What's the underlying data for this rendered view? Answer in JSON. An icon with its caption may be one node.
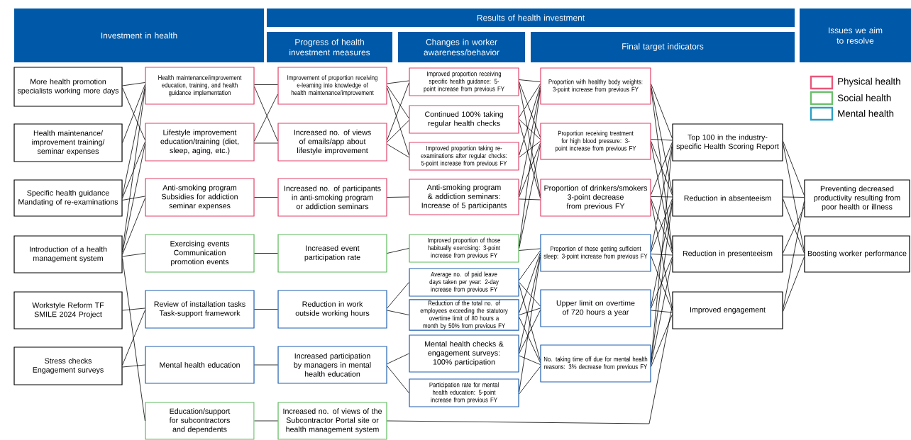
{
  "diagram": {
    "nodes": [
      {
        "text": [
          "Investment in health"
        ]
      },
      {
        "text": [
          "Results of health investment"
        ]
      },
      {
        "text": [
          "Progress of health investment measures"
        ]
      },
      {
        "text": [
          "Changes in worker awareness/behavior"
        ]
      },
      {
        "text": [
          "Final target indicators"
        ]
      },
      {
        "text": [
          "Issues we aim to resolve"
        ]
      },
      {
        "text": [
          "More health promotion specialists working more days"
        ]
      },
      {
        "text": [
          "Health maintenance/ improvement training/ seminar expenses"
        ]
      },
      {
        "text": [
          "Specific health guidance Mandating of re-examinations"
        ]
      },
      {
        "text": [
          "Introduction of a health management system"
        ]
      },
      {
        "text": [
          "Workstyle Reform TF SMILE 2024 Project"
        ]
      },
      {
        "text": [
          "Stress checks Engagement surveys"
        ]
      },
      {
        "text": [
          "Health maintenance/improvement education, training, and health guidance implementation"
        ]
      },
      {
        "text": [
          "Lifestyle improvement education/training (diet, sleep, aging, etc.)"
        ]
      },
      {
        "text": [
          "Anti-smoking program Subsidies for addiction seminar expenses"
        ]
      },
      {
        "text": [
          "Exercising events Communication promotion events"
        ]
      },
      {
        "text": [
          "Review of installation tasks Task-support framework"
        ]
      },
      {
        "text": [
          "Mental health education"
        ]
      },
      {
        "text": [
          "Education/support for subcontractors and dependents"
        ]
      },
      {
        "text": [
          "Improvement of proportion receiving e-learning into knowledge of health maintenance/improvement"
        ]
      },
      {
        "text": [
          "Increased no. of views of emails/app about lifestyle improvement"
        ]
      },
      {
        "text": [
          "Increased no. of participants in anti-smoking program or addiction seminars"
        ]
      },
      {
        "text": [
          "Increased event participation rate"
        ]
      },
      {
        "text": [
          "Reduction in work outside working hours"
        ]
      },
      {
        "text": [
          "Increased participation by managers in mental health education"
        ]
      },
      {
        "text": [
          "Increased no. of views of the Subcontractor Portal site or health management system"
        ]
      },
      {
        "text": [
          "Improved proportion receiving specific health guidance: 5-point increase from previous FY"
        ]
      },
      {
        "text": [
          "Continued 100% taking regular health checks"
        ]
      },
      {
        "text": [
          "Improved proportion taking re-examinations after regular checks: 5-point increase from previous FY"
        ]
      },
      {
        "text": [
          "Anti-smoking program & addiction seminars: Increase of 5 participants"
        ]
      },
      {
        "text": [
          "Improved proportion of those habitually exercising: 3-point increase from previous FY"
        ]
      },
      {
        "text": [
          "Average no. of paid leave days taken per year: 2-day increase from previous FY"
        ]
      },
      {
        "text": [
          "Reduction of the total no. of employees exceeding the statutory overtime limit of 80 hours a month by 50% from previous FY"
        ]
      },
      {
        "text": [
          "Mental health checks & engagement surveys: 100% participation"
        ]
      },
      {
        "text": [
          "Participation rate for mental health education: 5-point increase from previous FY"
        ]
      },
      {
        "text": [
          "Proportion with healthy body weights: 3-point increase from previous FY"
        ]
      },
      {
        "text": [
          "Proportion receiving treatment for high blood pressure: 3-point increase from previous FY"
        ]
      },
      {
        "text": [
          "Proportion of drinkers/smokers 3-point decrease from previous FY"
        ]
      },
      {
        "text": [
          "Proportion of those getting sufficient sleep: 3-point increase from previous FY"
        ]
      },
      {
        "text": [
          "Upper limit on overtime of 720 hours a year"
        ]
      },
      {
        "text": [
          "No. taking time off due for mental health reasons: 3% decrease from previous FY"
        ]
      },
      {
        "text": [
          "Top 100 in the industry-specific Health Scoring Report"
        ]
      },
      {
        "text": [
          "Reduction in absenteeism"
        ]
      },
      {
        "text": [
          "Reduction in presenteeism"
        ]
      },
      {
        "text": [
          "Improved engagement"
        ]
      },
      {
        "text": [
          "Preventing decreased productivity resulting from poor health or illness"
        ]
      },
      {
        "text": [
          "Boosting worker performance"
        ]
      }
    ],
    "edges": [
      {
        "from": 6,
        "to": 12,
        "arrow": "none"
      },
      {
        "from": 6,
        "to": 13,
        "arrow": "none"
      },
      {
        "from": 7,
        "to": 12,
        "arrow": "none"
      },
      {
        "from": 8,
        "to": 12,
        "arrow": "none"
      },
      {
        "from": 8,
        "to": 13,
        "arrow": "none"
      },
      {
        "from": 8,
        "to": 14,
        "arrow": "none"
      },
      {
        "from": 9,
        "to": 12,
        "arrow": "none"
      },
      {
        "from": 9,
        "to": 13,
        "arrow": "none"
      },
      {
        "from": 9,
        "to": 14,
        "arrow": "none"
      },
      {
        "from": 9,
        "to": 15,
        "arrow": "none"
      },
      {
        "from": 9,
        "to": 18,
        "arrow": "none"
      },
      {
        "from": 10,
        "to": 16,
        "arrow": "none"
      },
      {
        "from": 11,
        "to": 16,
        "arrow": "none"
      },
      {
        "from": 11,
        "to": 17,
        "arrow": "none"
      },
      {
        "from": 12,
        "to": 19,
        "arrow": "none"
      },
      {
        "from": 12,
        "to": 20,
        "arrow": "none"
      },
      {
        "from": 13,
        "to": 19,
        "arrow": "none"
      },
      {
        "from": 13,
        "to": 20,
        "arrow": "none"
      },
      {
        "from": 14,
        "to": 21,
        "arrow": "none"
      },
      {
        "from": 15,
        "to": 22,
        "arrow": "none"
      },
      {
        "from": 16,
        "to": 23,
        "arrow": "none"
      },
      {
        "from": 17,
        "to": 24,
        "arrow": "none"
      },
      {
        "from": 18,
        "to": 25,
        "arrow": "none"
      },
      {
        "from": 19,
        "to": 26,
        "arrow": "none"
      },
      {
        "from": 19,
        "to": 27,
        "arrow": "none"
      },
      {
        "from": 19,
        "to": 28,
        "arrow": "none"
      },
      {
        "from": 20,
        "to": 26,
        "arrow": "none"
      },
      {
        "from": 20,
        "to": 27,
        "arrow": "none"
      },
      {
        "from": 20,
        "to": 28,
        "arrow": "none"
      },
      {
        "from": 21,
        "to": 29,
        "arrow": "none"
      },
      {
        "from": 22,
        "to": 30,
        "arrow": "none"
      },
      {
        "from": 23,
        "to": 31,
        "arrow": "none"
      },
      {
        "from": 23,
        "to": 32,
        "arrow": "none"
      },
      {
        "from": 24,
        "to": 33,
        "arrow": "none"
      },
      {
        "from": 24,
        "to": 34,
        "arrow": "none"
      },
      {
        "from": 25,
        "to": 44,
        "arrow": "none"
      },
      {
        "from": 26,
        "to": 35,
        "arrow": "none"
      },
      {
        "from": 26,
        "to": 36,
        "arrow": "none"
      },
      {
        "from": 26,
        "to": 37,
        "arrow": "none"
      },
      {
        "from": 27,
        "to": 35,
        "arrow": "none"
      },
      {
        "from": 27,
        "to": 36,
        "arrow": "none"
      },
      {
        "from": 27,
        "to": 37,
        "arrow": "none"
      },
      {
        "from": 28,
        "to": 35,
        "arrow": "none"
      },
      {
        "from": 28,
        "to": 36,
        "arrow": "none"
      },
      {
        "from": 29,
        "to": 35,
        "arrow": "none"
      },
      {
        "from": 29,
        "to": 36,
        "arrow": "none"
      },
      {
        "from": 29,
        "to": 37,
        "arrow": "none"
      },
      {
        "from": 30,
        "to": 35,
        "arrow": "none"
      },
      {
        "from": 30,
        "to": 36,
        "arrow": "none"
      },
      {
        "from": 30,
        "to": 38,
        "arrow": "none"
      },
      {
        "from": 31,
        "to": 38,
        "arrow": "none"
      },
      {
        "from": 31,
        "to": 39,
        "arrow": "none"
      },
      {
        "from": 31,
        "to": 40,
        "arrow": "none"
      },
      {
        "from": 32,
        "to": 38,
        "arrow": "none"
      },
      {
        "from": 32,
        "to": 39,
        "arrow": "none"
      },
      {
        "from": 32,
        "to": 40,
        "arrow": "none"
      },
      {
        "from": 33,
        "to": 38,
        "arrow": "none"
      },
      {
        "from": 33,
        "to": 39,
        "arrow": "none"
      },
      {
        "from": 33,
        "to": 40,
        "arrow": "none"
      },
      {
        "from": 34,
        "to": 38,
        "arrow": "none"
      },
      {
        "from": 34,
        "to": 40,
        "arrow": "none"
      },
      {
        "from": 35,
        "to": 41,
        "arrow": "none"
      },
      {
        "from": 35,
        "to": 42,
        "arrow": "none"
      },
      {
        "from": 35,
        "to": 43,
        "arrow": "none"
      },
      {
        "from": 36,
        "to": 41,
        "arrow": "none"
      },
      {
        "from": 36,
        "to": 42,
        "arrow": "none"
      },
      {
        "from": 36,
        "to": 43,
        "arrow": "none"
      },
      {
        "from": 37,
        "to": 41,
        "arrow": "none"
      },
      {
        "from": 37,
        "to": 42,
        "arrow": "none"
      },
      {
        "from": 37,
        "to": 43,
        "arrow": "none"
      },
      {
        "from": 37,
        "to": 44,
        "arrow": "none"
      },
      {
        "from": 38,
        "to": 41,
        "arrow": "none"
      },
      {
        "from": 38,
        "to": 42,
        "arrow": "none"
      },
      {
        "from": 38,
        "to": 43,
        "arrow": "none"
      },
      {
        "from": 38,
        "to": 44,
        "arrow": "none"
      },
      {
        "from": 39,
        "to": 42,
        "arrow": "none"
      },
      {
        "from": 39,
        "to": 43,
        "arrow": "none"
      },
      {
        "from": 39,
        "to": 44,
        "arrow": "none"
      },
      {
        "from": 40,
        "to": 41,
        "arrow": "none"
      },
      {
        "from": 40,
        "to": 42,
        "arrow": "none"
      },
      {
        "from": 40,
        "to": 43,
        "arrow": "none"
      },
      {
        "from": 40,
        "to": 44,
        "arrow": "none"
      },
      {
        "from": 41,
        "to": 45,
        "arrow": "none"
      },
      {
        "from": 41,
        "to": 46,
        "arrow": "none"
      },
      {
        "from": 42,
        "to": 45,
        "arrow": "none"
      },
      {
        "from": 42,
        "to": 46,
        "arrow": "none"
      },
      {
        "from": 43,
        "to": 45,
        "arrow": "none"
      },
      {
        "from": 43,
        "to": 46,
        "arrow": "none"
      },
      {
        "from": 44,
        "to": 45,
        "arrow": "none"
      },
      {
        "from": 44,
        "to": 46,
        "arrow": "none"
      }
    ],
    "legend": [
      {
        "text": "Physical health",
        "color": "#e8577a"
      },
      {
        "text": "Social health",
        "color": "#6cbf6c"
      },
      {
        "text": "Mental health",
        "color": "#2c9fc4"
      }
    ]
  }
}
